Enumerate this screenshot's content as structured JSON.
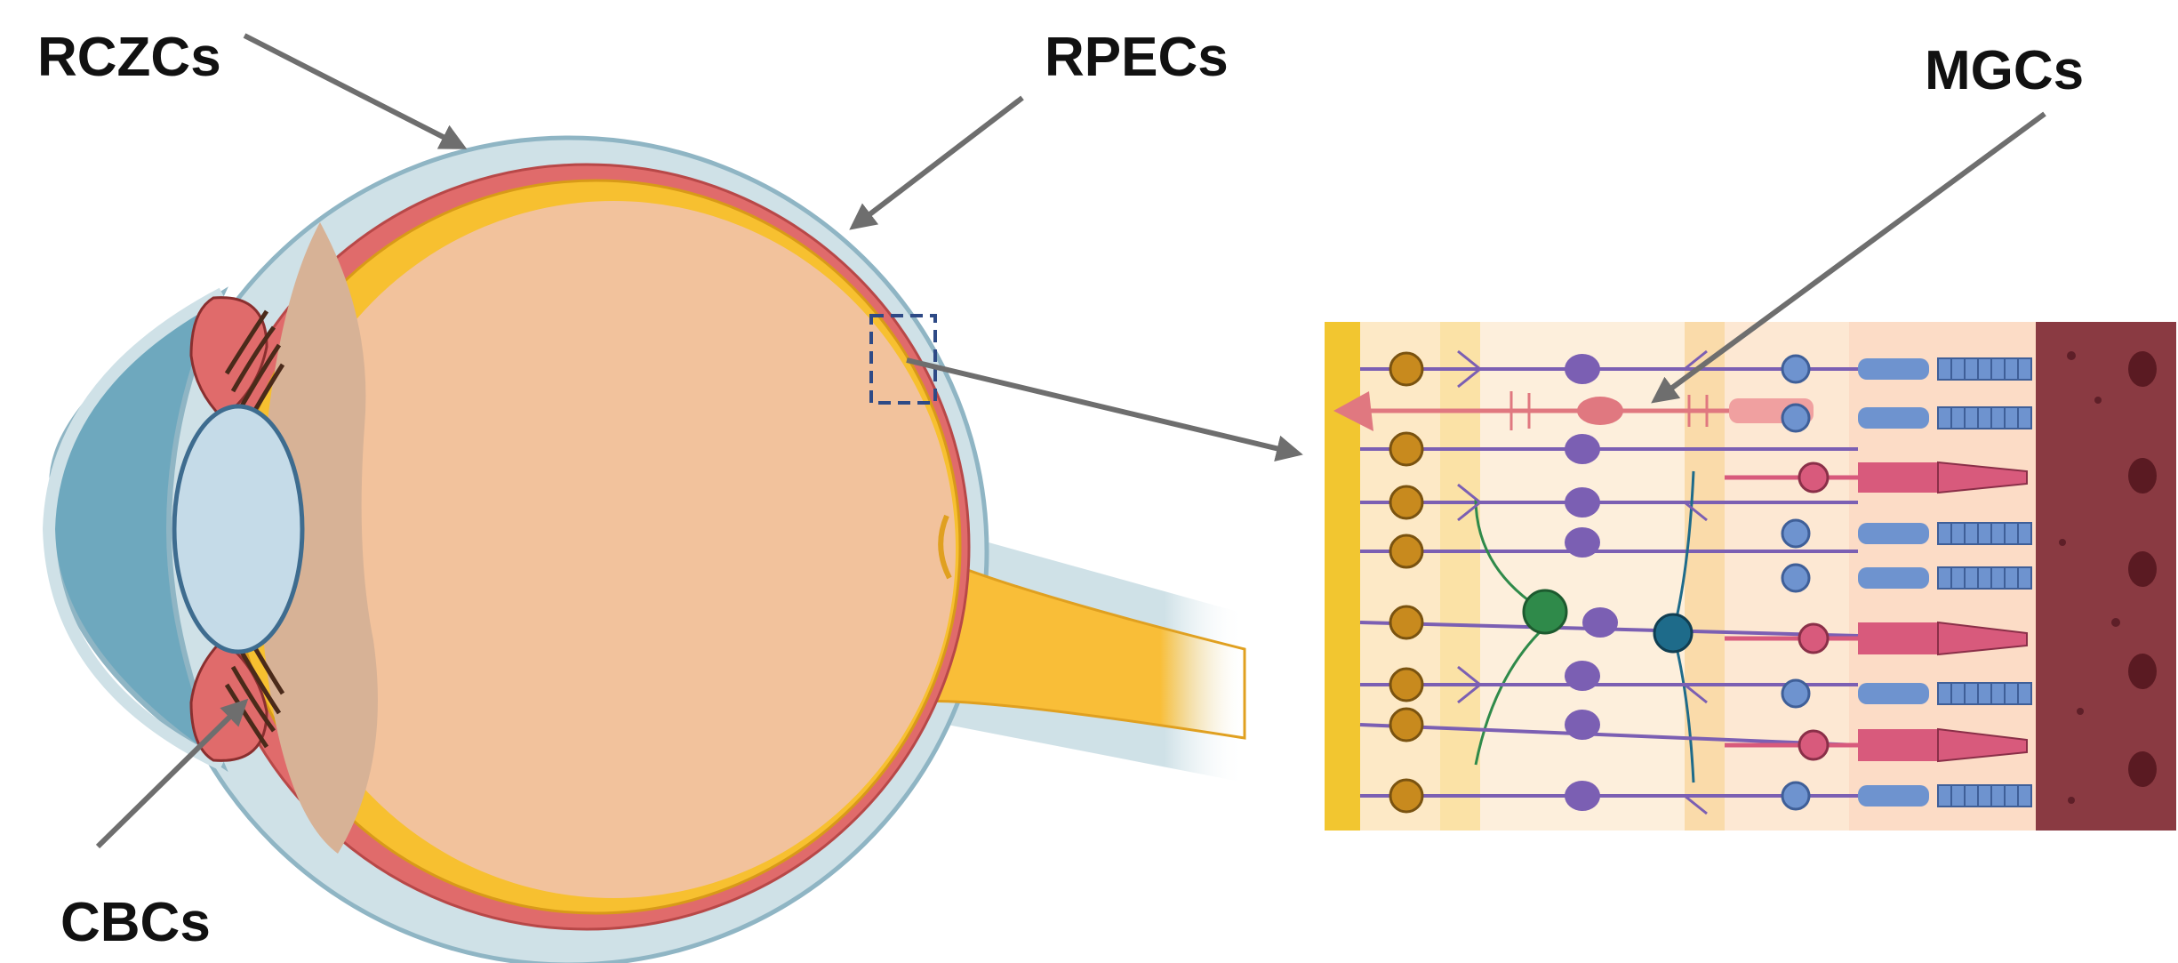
{
  "labels": {
    "rczc": "RCZCs",
    "rpec": "RPECs",
    "mgc": "MGCs",
    "cbc": "CBCs"
  },
  "icons": {
    "eye": "eye-cross-section-icon",
    "retina": "retina-layers-icon"
  },
  "colors": {
    "sclera": "#cfe1e7",
    "sclera_stroke": "#8fb5c4",
    "choroid": "#e06b6b",
    "retina": "#f7c030",
    "vitreous": "#f2c29c",
    "lens": "#c5dbe8",
    "cornea": "#6ea8be",
    "optic_nerve": "#f9be38",
    "arrow": "#6e6e6e",
    "box": "#2e4a86",
    "rod": "#6e93cf",
    "cone": "#d85a7c",
    "bipolar": "#7b5fb3",
    "ganglion": "#c88a1e",
    "amacrine": "#2f8a4a",
    "horizontal": "#1e6b8a",
    "muller": "#e07880",
    "rpe": "#8a3a42"
  }
}
